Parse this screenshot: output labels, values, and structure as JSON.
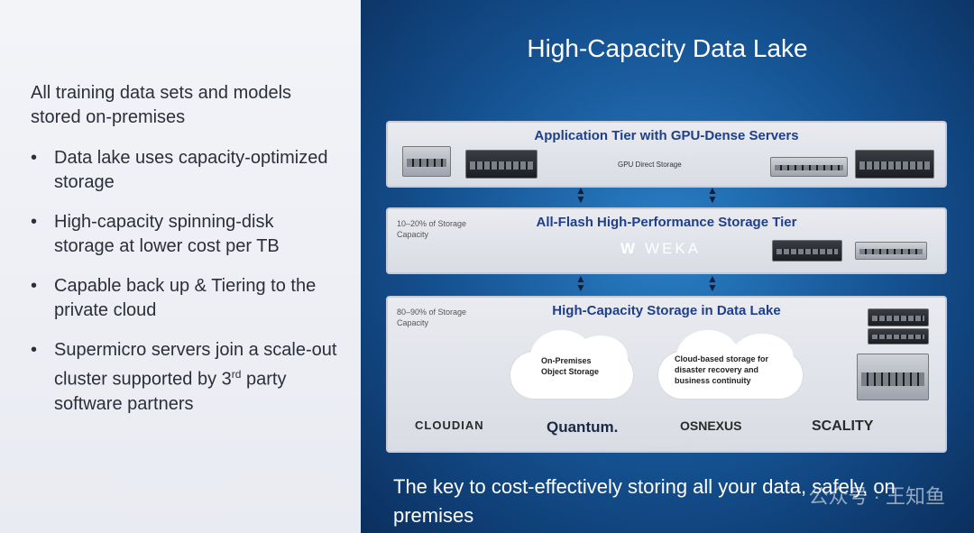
{
  "left": {
    "intro": "All training data sets and models stored on-premises",
    "bullets": [
      {
        "text": "Data lake uses capacity-optimized storage"
      },
      {
        "text": "High-capacity spinning-disk storage at lower cost per TB"
      },
      {
        "text": "Capable back up & Tiering to the private cloud"
      },
      {
        "pre": "Supermicro servers join a scale-out cluster supported by 3",
        "sup": "rd",
        "post": " party software partners"
      }
    ]
  },
  "diagram": {
    "title": "High-Capacity Data Lake",
    "app_tier": {
      "title": "Application Tier with GPU-Dense Servers",
      "label": "GPU Direct Storage"
    },
    "flash_tier": {
      "title": "All-Flash High-Performance Storage Tier",
      "note": "10–20% of Storage Capacity",
      "brand": "WEKA"
    },
    "lake_tier": {
      "title": "High-Capacity Storage in Data Lake",
      "note": "80–90% of Storage Capacity",
      "cloud1": "On-Premises Object Storage",
      "cloud2": "Cloud-based storage for disaster recovery and business continuity",
      "logos": [
        "CLOUDIAN",
        "Quantum.",
        "OSNEXUS",
        "SCALITY"
      ]
    }
  },
  "footer": "The key to cost-effectively storing all your data, safely, on premises",
  "watermark": "公众号 · 王知鱼",
  "colors": {
    "accent": "#1f3f88",
    "background": "#14508f"
  }
}
